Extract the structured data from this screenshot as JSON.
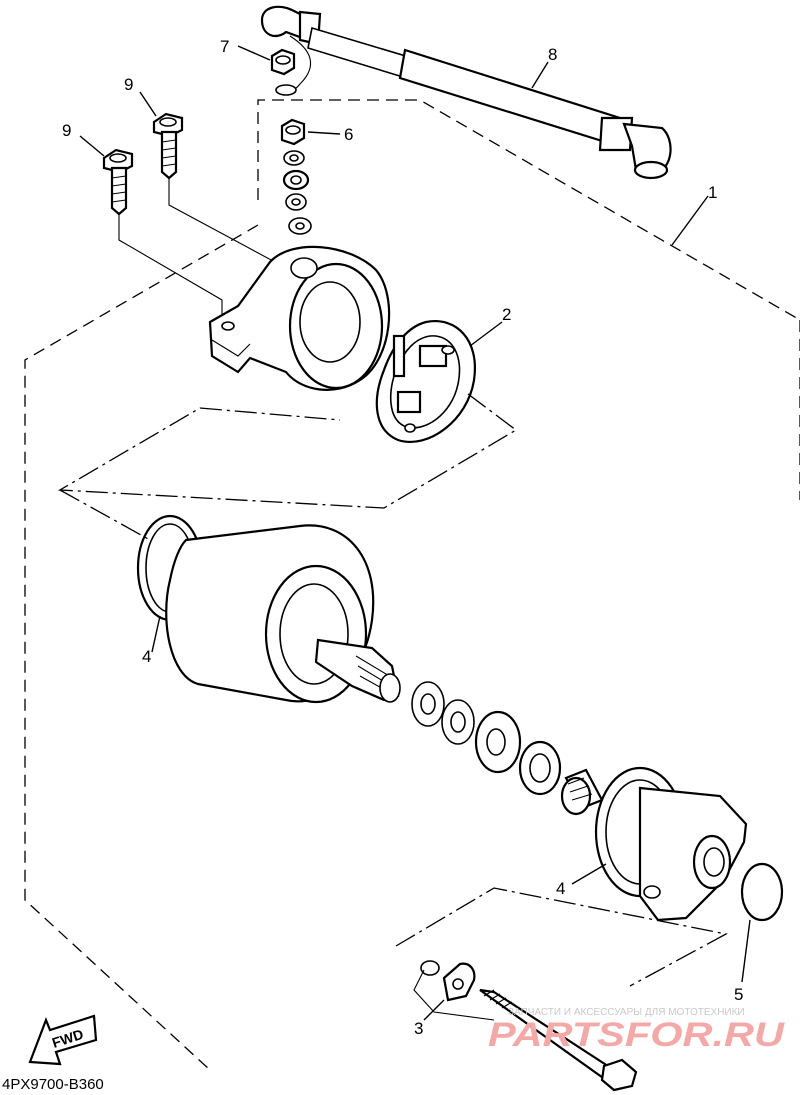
{
  "diagram": {
    "callouts": [
      "1",
      "2",
      "3",
      "4",
      "4",
      "5",
      "6",
      "7",
      "8",
      "9",
      "9"
    ],
    "fwd_label": "FWD",
    "drawing_code": "4PX9700-B360"
  },
  "watermark": {
    "tagline": "ЗАПЧАСТИ И АКСЕССУАРЫ ДЛЯ МОТОТЕХНИКИ",
    "brand": "PARTSFOR.RU"
  },
  "colors": {
    "ink": "#000000",
    "watermark_text": "#f4a9a9"
  }
}
